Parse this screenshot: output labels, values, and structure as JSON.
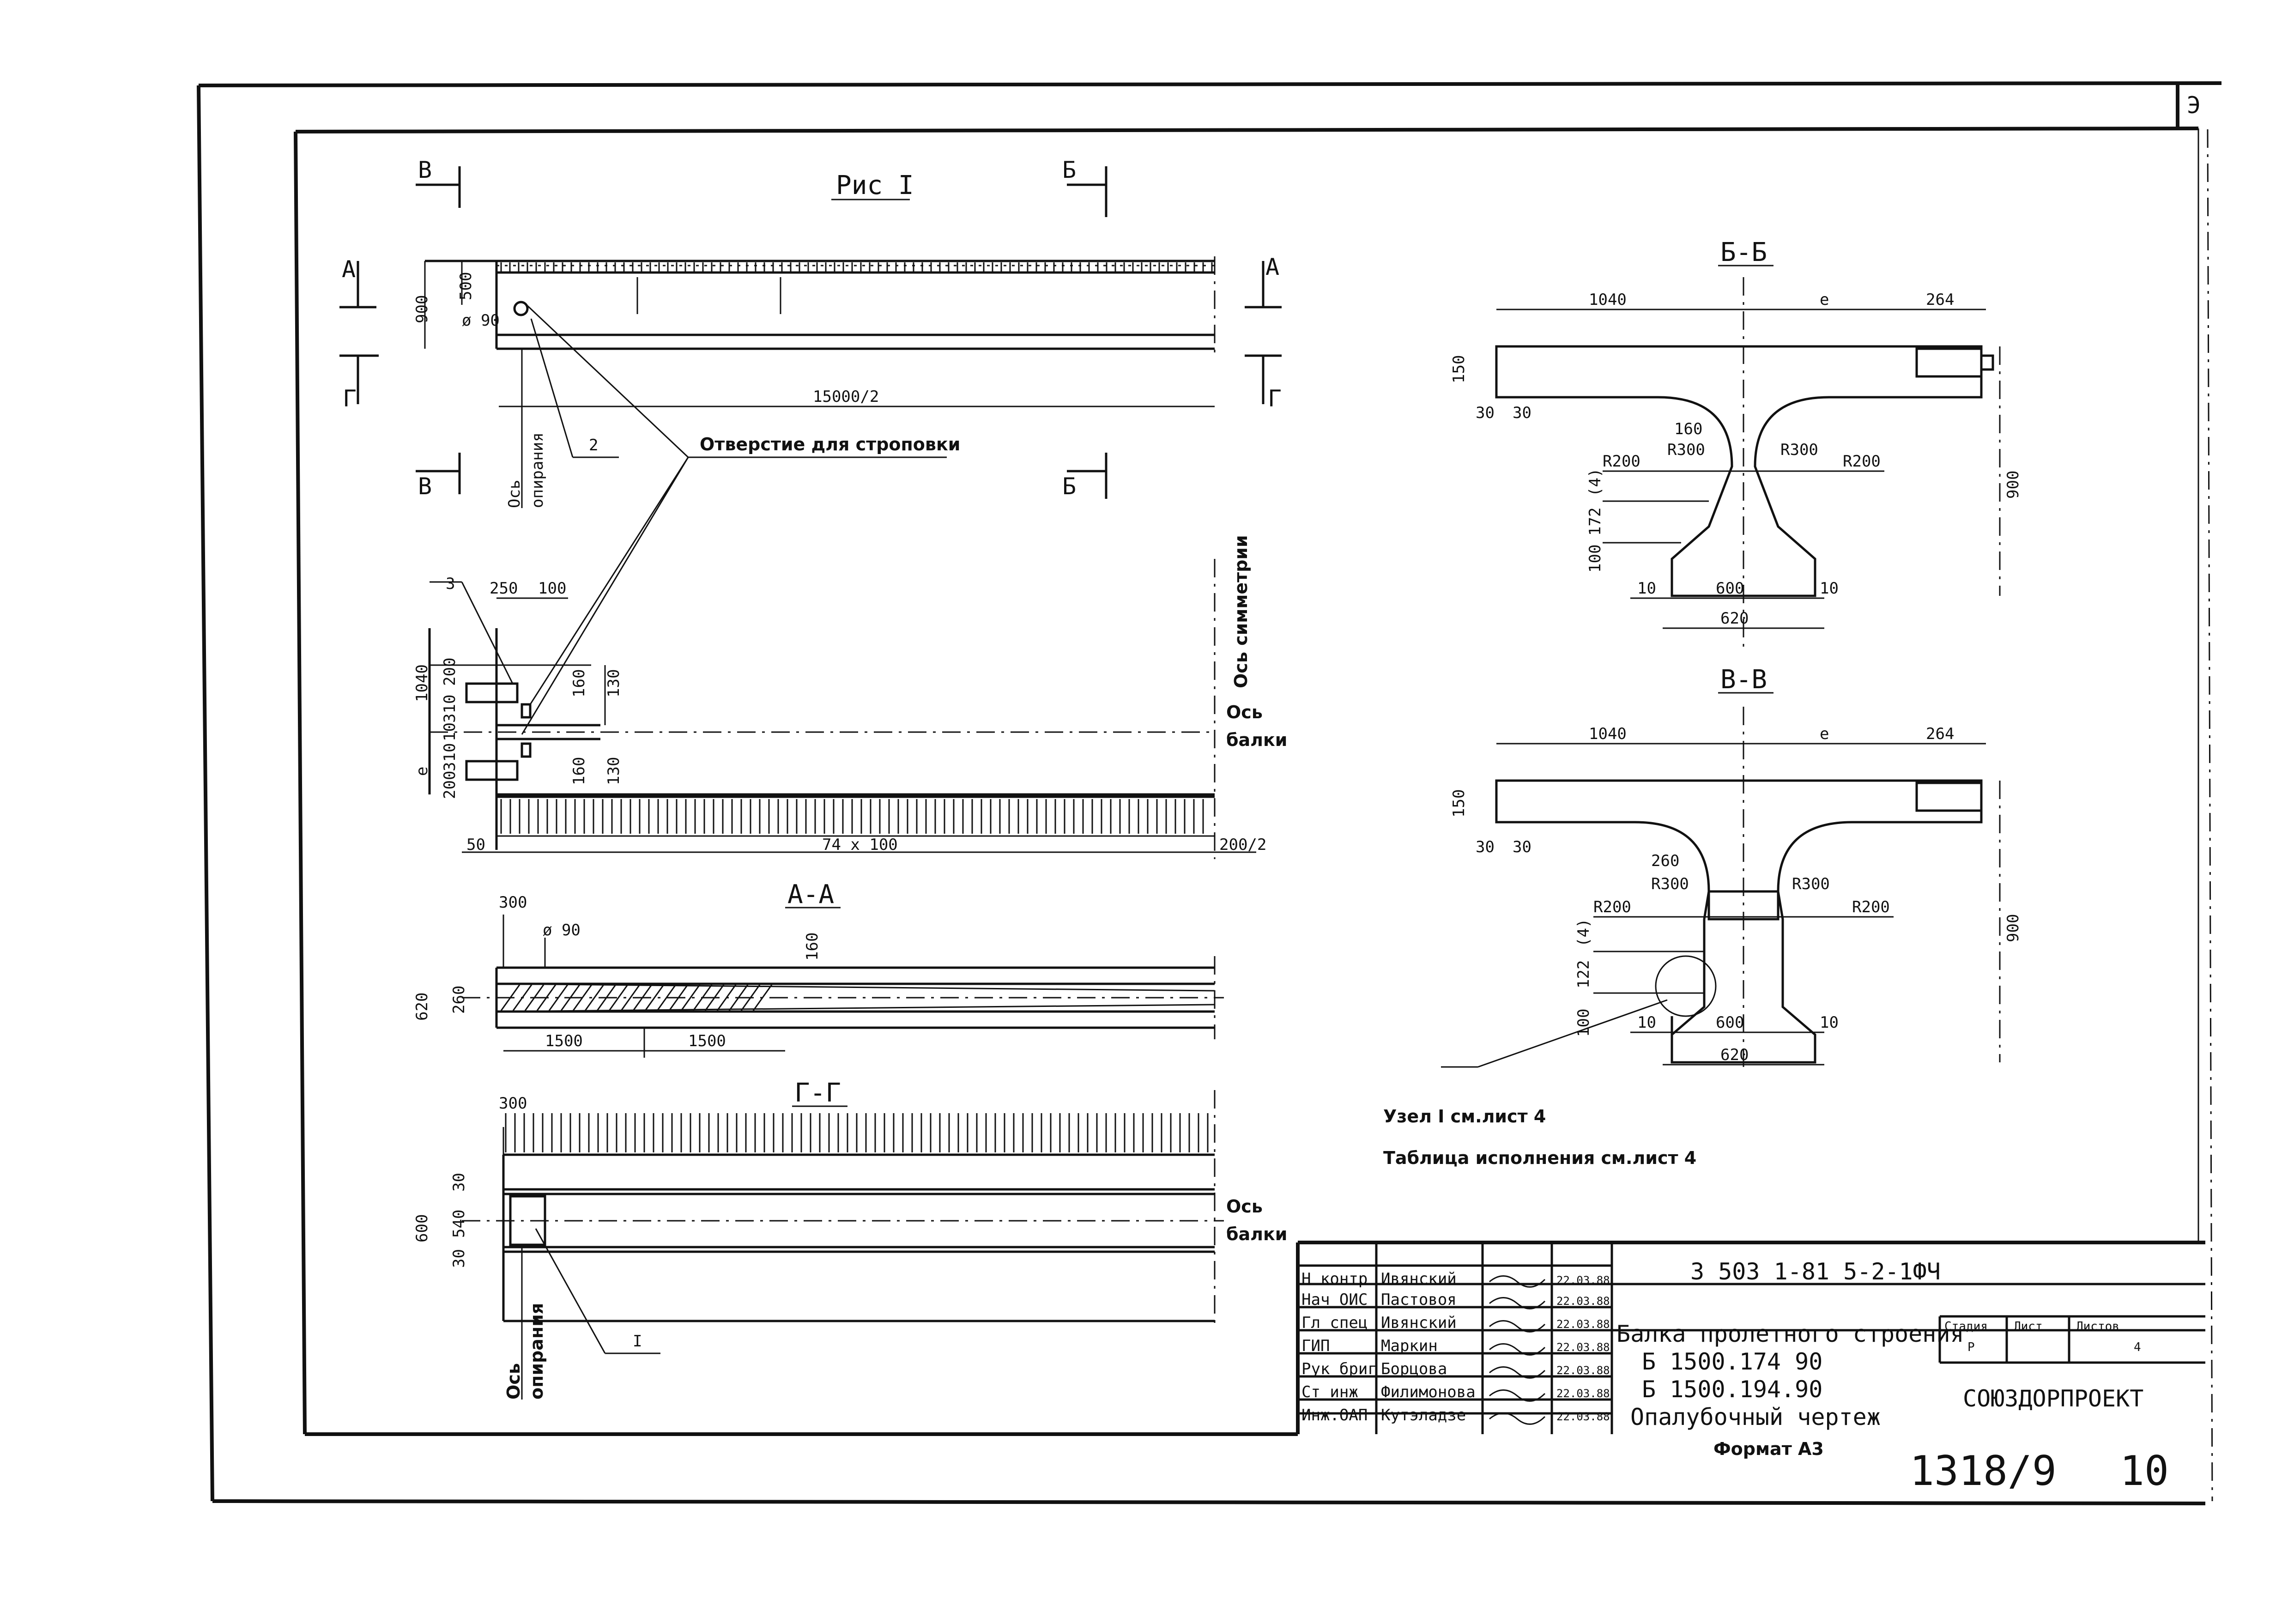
{
  "sheet": {
    "corner_number": "Э",
    "format_label": "Формат А3",
    "sheet_code": "1318/9",
    "sheet_number": "10"
  },
  "figure": {
    "title": "Рис I",
    "section_marks": {
      "v": "В",
      "b": "Б",
      "a": "А",
      "g": "Г"
    },
    "dims": {
      "d500": "500",
      "d900": "900",
      "d90": "ø 90",
      "d15000": "15000/2",
      "d250": "250",
      "d100": "100",
      "d1040": "1040",
      "d200": "200",
      "d310": "310",
      "d10": "10",
      "de": "e",
      "d160": "160",
      "d130": "130",
      "d50": "50",
      "d74x100": "74 x 100",
      "d200_2": "200/2"
    },
    "callouts": {
      "c1": "I",
      "c2": "2",
      "c3": "3"
    },
    "labels": {
      "hole": "Отверстие для строповки",
      "axis_support_1": "Ось",
      "axis_support_2": "опирания",
      "axis_symmetry": "Ось симметрии",
      "axis_beam_1": "Ось",
      "axis_beam_2": "балки"
    }
  },
  "section_aa": {
    "title": "А-А",
    "dims": {
      "d300": "300",
      "d90": "ø 90",
      "d160": "160",
      "d620": "620",
      "d260": "260",
      "d1500a": "1500",
      "d1500b": "1500"
    }
  },
  "section_gg": {
    "title": "Г-Г",
    "dims": {
      "d300": "300",
      "d600": "600",
      "d540": "540",
      "d30a": "30",
      "d30b": "30"
    }
  },
  "section_bb": {
    "title": "Б-Б",
    "dims": {
      "d1040": "1040",
      "de": "e",
      "d264": "264",
      "d150": "150",
      "d30a": "30",
      "d30b": "30",
      "d160": "160",
      "r300a": "R300",
      "r300b": "R300",
      "r200a": "R200",
      "r200b": "R200",
      "d900": "900",
      "d172": "172",
      "d14": "(4)",
      "d100": "100",
      "d10a": "10",
      "d10b": "10",
      "d600": "600",
      "d620": "620"
    }
  },
  "section_vv": {
    "title": "В-В",
    "dims": {
      "d1040": "1040",
      "de": "e",
      "d264": "264",
      "d150": "150",
      "d30a": "30",
      "d30b": "30",
      "d260": "260",
      "r300a": "R300",
      "r300b": "R300",
      "r200a": "R200",
      "r200b": "R200",
      "d900": "900",
      "d122": "122",
      "d14": "(4)",
      "d100": "100",
      "d10a": "10",
      "d10b": "10",
      "d600": "600",
      "d620": "620"
    }
  },
  "notes": {
    "node": "Узел I см.лист 4",
    "table": "Таблица исполнения см.лист 4"
  },
  "title_block": {
    "doc_code": "3 503 1-81 5-2-1ФЧ",
    "title_lines": [
      "Балка пролетного строения",
      "Б 1500.174 90",
      "Б 1500.194.90",
      "Опалубочный чертеж"
    ],
    "stage_label": "Стадия",
    "sheet_label": "Лист",
    "sheets_label": "Листов",
    "stage_value": "Р",
    "sheets_value": "4",
    "org": "СОЮЗДОРПРОЕКТ",
    "rows": [
      {
        "role": "Н контр",
        "name": "Ивянский",
        "date": "22.03.88"
      },
      {
        "role": "Нач ОИС",
        "name": "Пастовоя",
        "date": "22.03.88"
      },
      {
        "role": "Гл спец",
        "name": "Ивянский",
        "date": "22.03.88"
      },
      {
        "role": "ГИП",
        "name": "Маркин",
        "date": "22.03.88"
      },
      {
        "role": "Рук бриг",
        "name": "Борцова",
        "date": "22.03.88"
      },
      {
        "role": "Ст инж",
        "name": "Филимонова",
        "date": "22.03.88"
      },
      {
        "role": "Инж.ОАП",
        "name": "Кутэладзе",
        "date": "22.03.88"
      }
    ]
  }
}
